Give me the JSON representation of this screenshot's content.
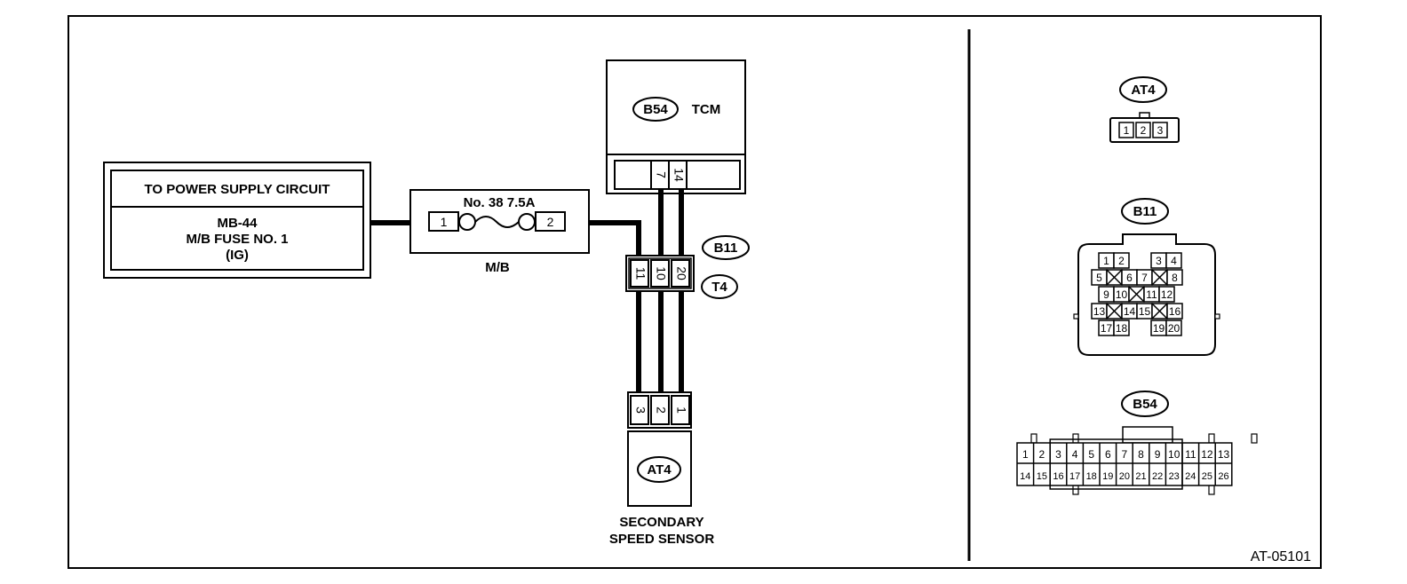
{
  "power_box": {
    "title": "TO POWER SUPPLY CIRCUIT",
    "line1": "MB-44",
    "line2": "M/B FUSE NO. 1",
    "line3": "(IG)"
  },
  "fuse": {
    "label": "No. 38 7.5A",
    "pin_left": "1",
    "pin_right": "2",
    "box_label": "M/B"
  },
  "tcm": {
    "connector": "B54",
    "name": "TCM",
    "pins": [
      "7",
      "14"
    ]
  },
  "junction": {
    "connector_top": "B11",
    "connector_bottom": "T4",
    "pins": [
      "11",
      "10",
      "20"
    ]
  },
  "sensor": {
    "connector": "AT4",
    "pins": [
      "3",
      "2",
      "1"
    ],
    "line1": "SECONDARY",
    "line2": "SPEED SENSOR"
  },
  "connectors_panel": {
    "at4": {
      "label": "AT4",
      "pins": [
        "1",
        "2",
        "3"
      ]
    },
    "b11": {
      "label": "B11",
      "rows": [
        [
          "1",
          "2",
          "3",
          "4"
        ],
        [
          "5",
          "6",
          "7",
          "8"
        ],
        [
          "9",
          "10",
          "11",
          "12"
        ],
        [
          "13",
          "14",
          "15",
          "16"
        ],
        [
          "17",
          "18",
          "19",
          "20"
        ]
      ]
    },
    "b54": {
      "label": "B54",
      "row1": [
        "1",
        "2",
        "3",
        "4",
        "5",
        "6",
        "7",
        "8",
        "9",
        "10",
        "11",
        "12",
        "13"
      ],
      "row2": [
        "14",
        "15",
        "16",
        "17",
        "18",
        "19",
        "20",
        "21",
        "22",
        "23",
        "24",
        "25",
        "26"
      ]
    }
  },
  "figure_id": "AT-05101"
}
